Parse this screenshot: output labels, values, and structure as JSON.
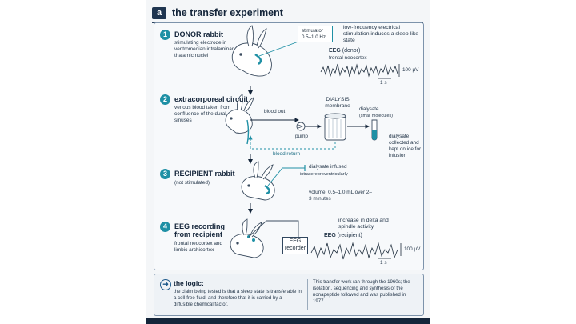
{
  "header": {
    "badge": "a",
    "title": "the transfer experiment"
  },
  "steps": [
    {
      "number": "1",
      "title": "DONOR rabbit",
      "description": "stimulating electrode in ventromedian intralaminar thalamic nuclei"
    },
    {
      "number": "2",
      "title": "extracorporeal circuit",
      "description": "venous blood taken from confluence of the dural sinuses"
    },
    {
      "number": "3",
      "title": "RECIPIENT rabbit",
      "description": "(not stimulated)"
    },
    {
      "number": "4",
      "title": "EEG recording from recipient",
      "description": "frontal neocortex and limbic archicortex"
    }
  ],
  "step1": {
    "stimulator_label": "stimulator 0.5–1.0 Hz",
    "effect": "low-frequency electrical stimulation induces a sleep-like state",
    "eeg_title": "EEG",
    "eeg_subject": "(donor)",
    "eeg_site": "frontal neocortex",
    "scale_voltage": "100 μV",
    "scale_time": "1 s"
  },
  "step2": {
    "blood_out": "blood out",
    "pump": "pump",
    "dialysis_title": "DIALYSIS membrane",
    "dialysate": "dialysate",
    "dialysate_sub": "(small molecules)",
    "blood_return": "blood return",
    "collected": "dialysate collected and kept on ice for infusion"
  },
  "step3": {
    "infused": "dialysate infused",
    "route": "intracerebroventricularly",
    "volume": "volume: 0.5–1.0 mL over 2–3 minutes"
  },
  "step4": {
    "effect": "increase in delta and spindle activity",
    "eeg_title": "EEG",
    "eeg_subject": "(recipient)",
    "recorder": "EEG recorder",
    "scale_voltage": "100 μV",
    "scale_time": "1 s"
  },
  "logic": {
    "icon": "arrow-right-icon",
    "heading": "the logic:",
    "text": "the claim being tested is that a sleep state is transferable in a cell-free fluid, and therefore that it is carried by a diffusible chemical factor.",
    "note": "This transfer work ran through the 1960s; the isolation, sequencing and synthesis of the nonapeptide followed and was published in 1977."
  },
  "colors": {
    "accent": "#1f90a5",
    "navy": "#14253a"
  }
}
